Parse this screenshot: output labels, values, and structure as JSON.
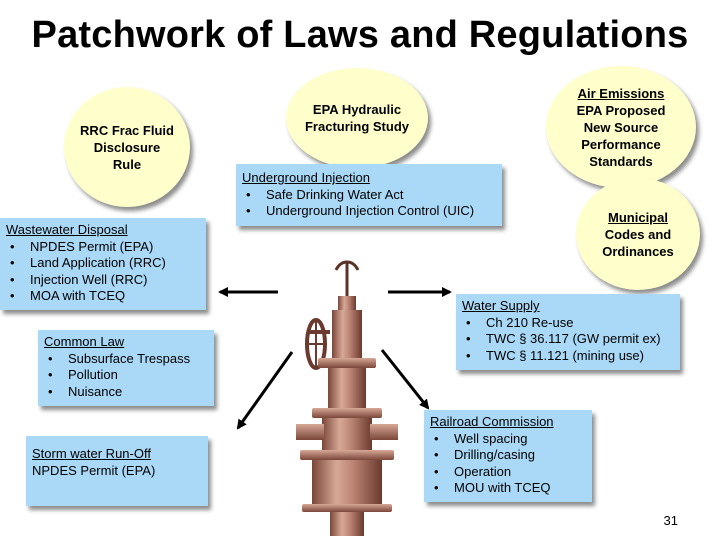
{
  "title": "Patchwork of Laws and Regulations",
  "ellipses": {
    "rrc": [
      "RRC Frac Fluid",
      "Disclosure",
      "Rule"
    ],
    "epa_study": [
      "EPA Hydraulic",
      "Fracturing Study"
    ],
    "air": [
      "Air Emissions",
      "EPA Proposed",
      "New Source",
      "Performance",
      "Standards"
    ],
    "municipal": [
      "Municipal",
      "Codes and",
      "Ordinances"
    ]
  },
  "boxes": {
    "underground": {
      "heading": "Underground Injection",
      "items": [
        "Safe Drinking Water Act",
        "Underground Injection Control (UIC)"
      ]
    },
    "wastewater": {
      "heading": "Wastewater Disposal",
      "items": [
        "NPDES Permit (EPA)",
        "Land Application (RRC)",
        "Injection  Well (RRC)",
        "MOA with TCEQ"
      ]
    },
    "water_supply": {
      "heading": "Water Supply",
      "items": [
        "Ch 210 Re-use",
        "TWC § 36.117 (GW permit ex)",
        "TWC § 11.121 (mining use)"
      ]
    },
    "common_law": {
      "heading": "Common Law",
      "items": [
        "Subsurface Trespass",
        "Pollution",
        "Nuisance"
      ]
    },
    "storm_water": {
      "heading": "Storm water Run-Off",
      "line": "NPDES Permit (EPA)"
    },
    "railroad": {
      "heading": "Railroad Commission",
      "items": [
        "Well spacing",
        "Drilling/casing",
        "Operation",
        "MOU with TCEQ"
      ]
    }
  },
  "page_number": "31"
}
